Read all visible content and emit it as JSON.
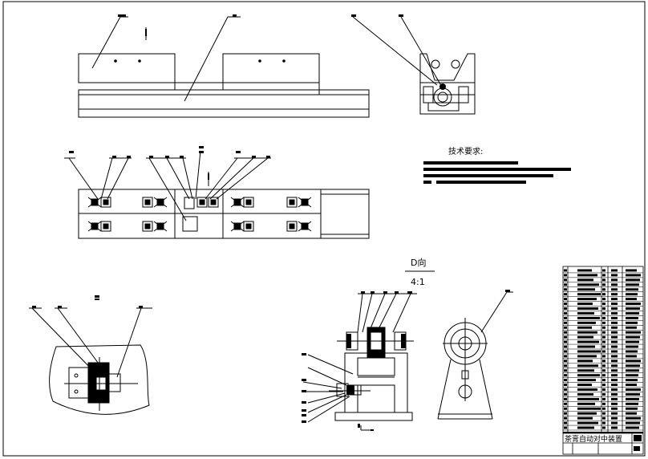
{
  "tech_requirements_title": "技术要求:",
  "detail_view_label": "D向",
  "detail_view_scale": "4:1",
  "title_block_name": "茶膏自动对中装置"
}
